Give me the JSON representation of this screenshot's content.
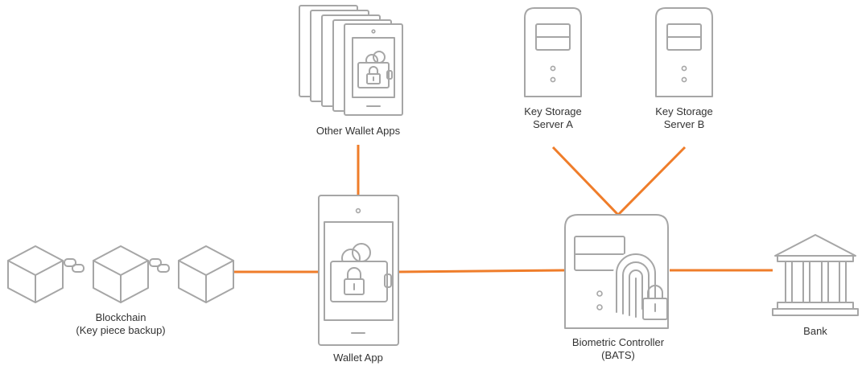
{
  "accent_color": "#ef7d2a",
  "icon_color": "#a6a6a6",
  "labels": {
    "other_wallet_apps": "Other Wallet Apps",
    "key_storage_a_line1": "Key Storage",
    "key_storage_a_line2": "Server A",
    "key_storage_b_line1": "Key Storage",
    "key_storage_b_line2": "Server B",
    "blockchain_line1": "Blockchain",
    "blockchain_line2": "(Key piece backup)",
    "wallet_app": "Wallet App",
    "biometric_line1": "Biometric Controller",
    "biometric_line2": "(BATS)",
    "bank": "Bank"
  },
  "icons": [
    "phone-stack-icon",
    "server-icon",
    "blockchain-cubes-icon",
    "phone-wallet-icon",
    "biometric-server-icon",
    "bank-icon"
  ]
}
